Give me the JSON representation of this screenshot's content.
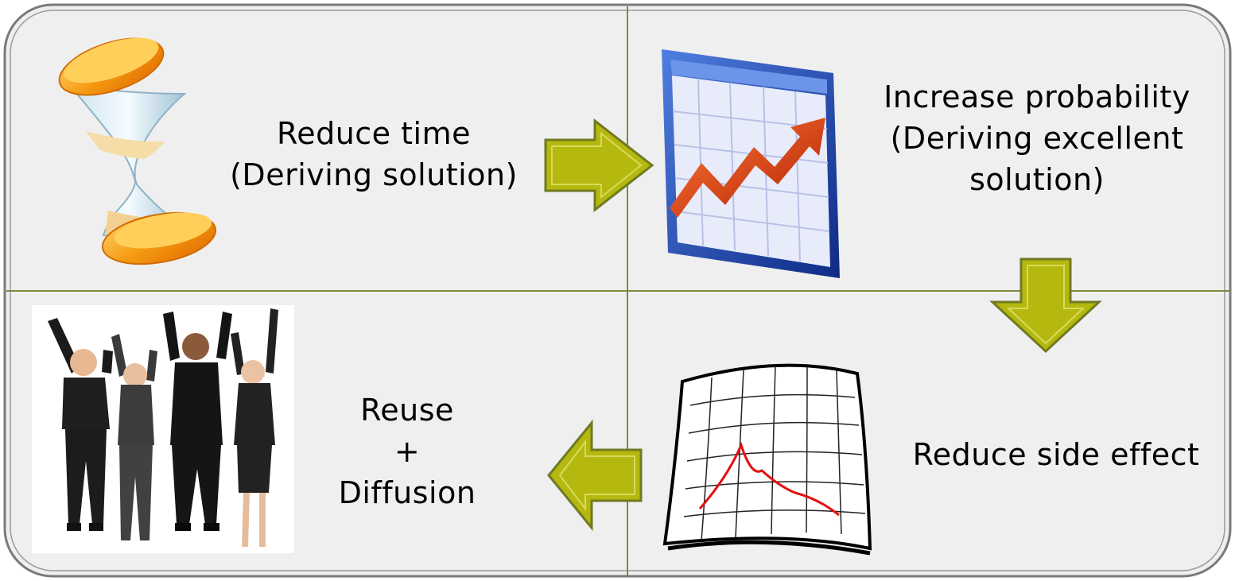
{
  "quadrants": [
    {
      "id": "reduce-time",
      "lines": [
        "Reduce time",
        "(Deriving solution)"
      ],
      "icon": "hourglass-icon"
    },
    {
      "id": "increase-probability",
      "lines": [
        "Increase probability",
        "(Deriving excellent",
        "solution)"
      ],
      "icon": "rising-chart-icon"
    },
    {
      "id": "reduce-side-effect",
      "lines": [
        "Reduce side effect"
      ],
      "icon": "wavy-graph-icon"
    },
    {
      "id": "reuse-diffusion",
      "lines": [
        "Reuse",
        "+",
        "Diffusion"
      ],
      "icon": "cheering-people-icon"
    }
  ],
  "flow_arrows": [
    "arrow-right",
    "arrow-down",
    "arrow-left"
  ],
  "colors": {
    "panel_background": "#efefef",
    "frame_border": "#7a7a7a",
    "divider_line": "#7c8a3c",
    "arrow_fill": "#b5b80e",
    "arrow_outline": "#6f7a22",
    "text": "#000000"
  }
}
